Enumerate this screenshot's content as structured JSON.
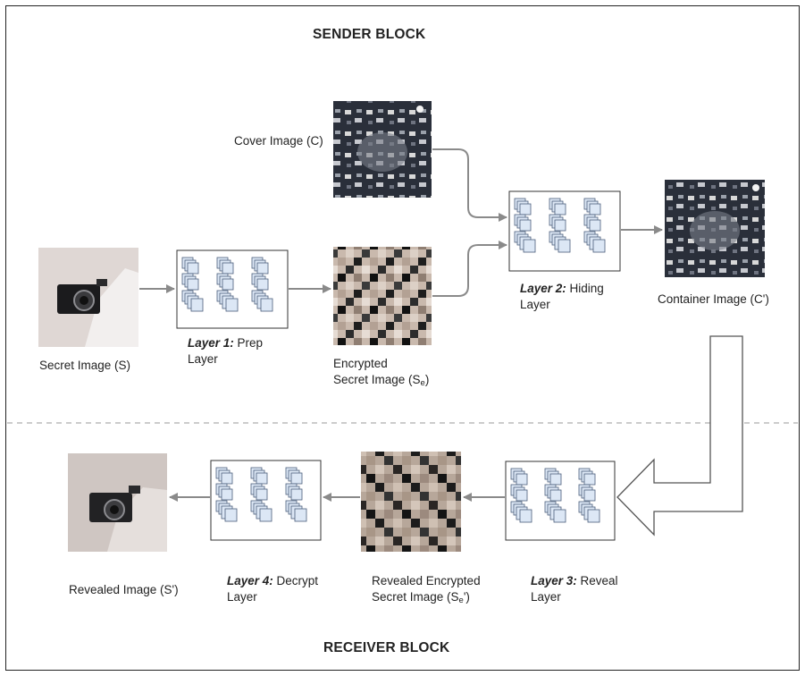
{
  "titles": {
    "sender": "SENDER BLOCK",
    "receiver": "RECEIVER BLOCK"
  },
  "images": {
    "cover": "Cover Image (C)",
    "secret": "Secret Image (S)",
    "encrypted_line1": "Encrypted",
    "encrypted_line2": "Secret Image (S",
    "encrypted_sub": "e",
    "encrypted_close": ")",
    "container": "Container Image (C')",
    "revealed": "Revealed Image (S')",
    "revealed_enc_line1": "Revealed Encrypted",
    "revealed_enc_line2": "Secret Image (S",
    "revealed_enc_sub": "e",
    "revealed_enc_close": "')"
  },
  "layers": {
    "l1_name": "Layer 1:",
    "l1_rest": " Prep",
    "l1_line2": "Layer",
    "l2_name": "Layer 2:",
    "l2_rest": " Hiding",
    "l2_line2": "Layer",
    "l3_name": "Layer 3:",
    "l3_rest": " Reveal",
    "l3_line2": "Layer",
    "l4_name": "Layer 4:",
    "l4_rest": " Decrypt",
    "l4_line2": "Layer"
  },
  "colors": {
    "arrow": "#8a8a8a",
    "box_stroke": "#333333",
    "layer_fill": "#dce7f5",
    "layer_stroke": "#4b5e7a",
    "divider": "#999999"
  }
}
